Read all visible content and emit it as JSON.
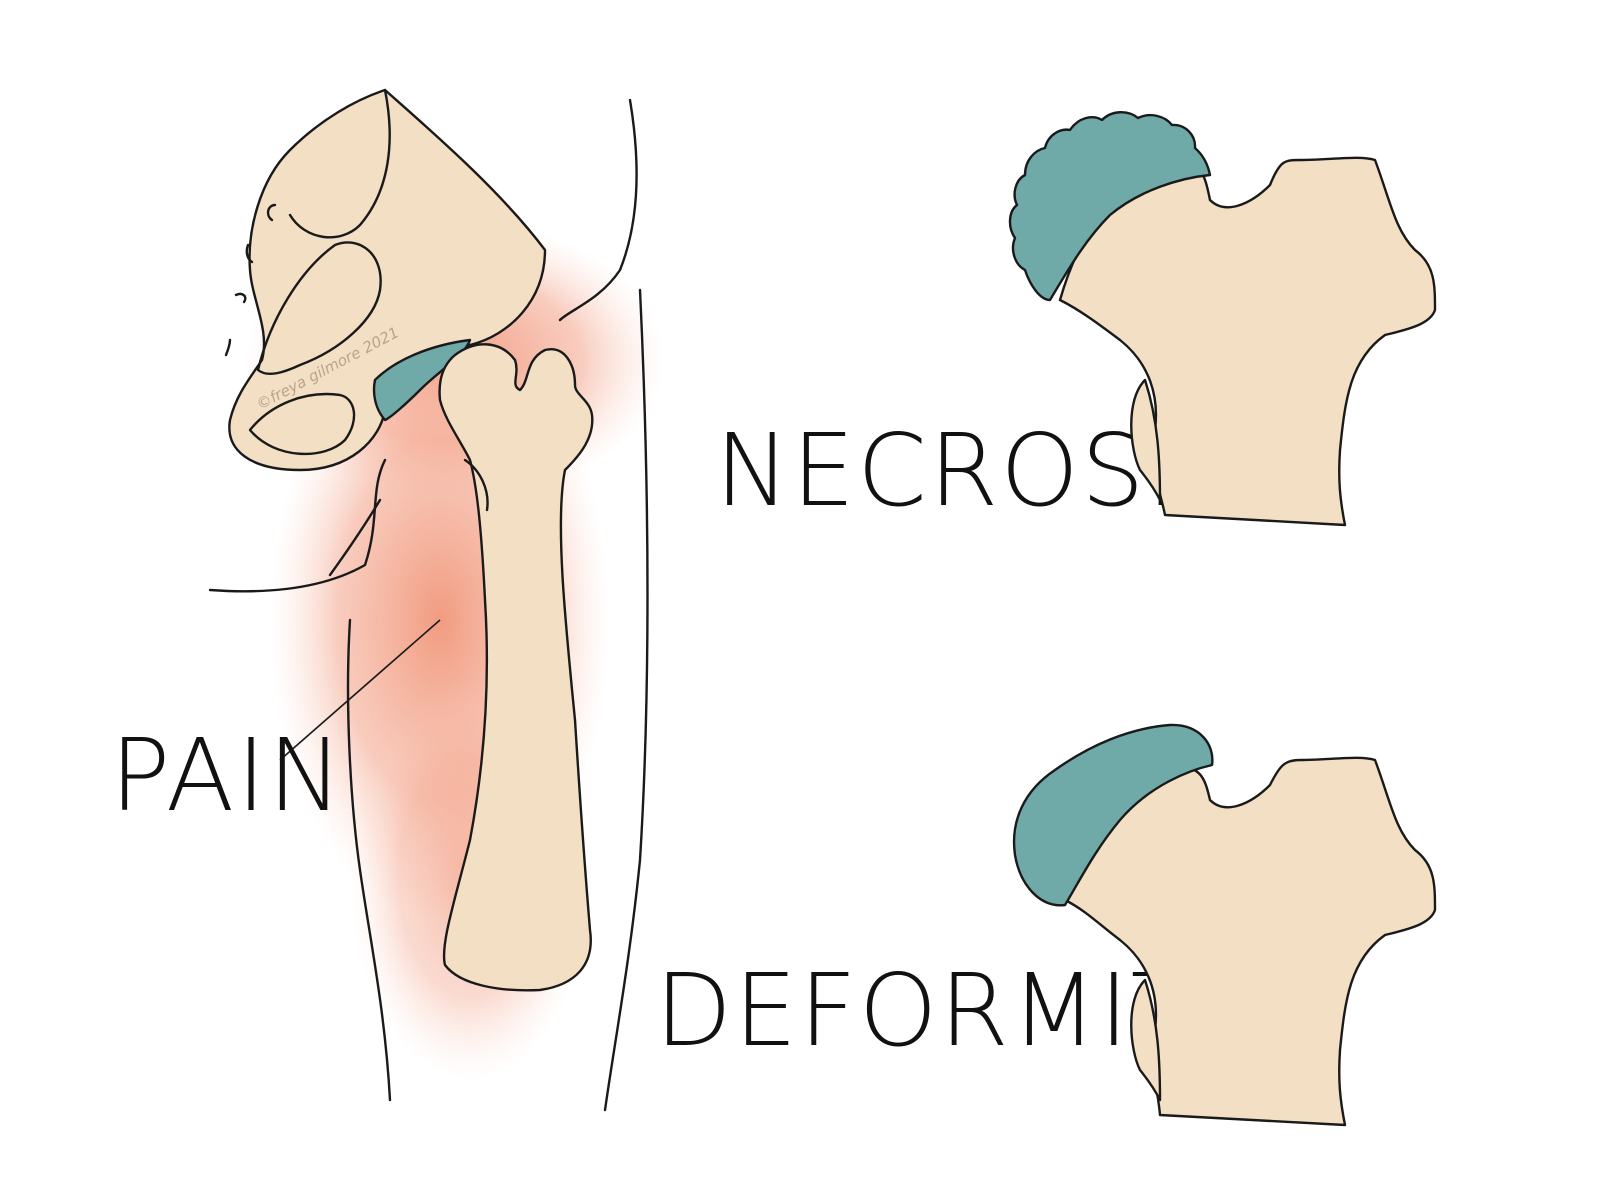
{
  "labels": {
    "pain": "PAIN",
    "necrosis": "NECROSIS",
    "deformity": "DEFORMITY",
    "watermark": "©freya gilmore 2021"
  },
  "colors": {
    "bone": "#f3dfc4",
    "bone_shade": "#d9b898",
    "cartilage": "#6faaa8",
    "necrotic": "#4f8f8d",
    "pain_glow": "#ef8a6a",
    "outline": "#1a1a1a"
  }
}
